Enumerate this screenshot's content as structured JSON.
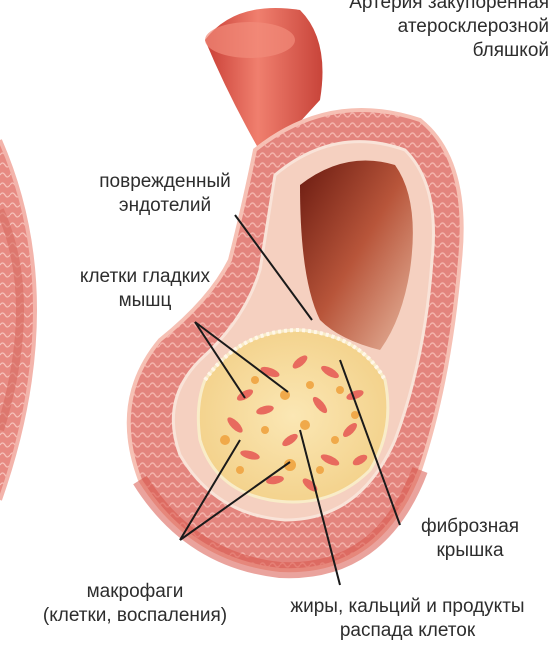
{
  "title": {
    "lines": [
      "Артерия закупоренная",
      "атеросклерозной",
      "бляшкой"
    ]
  },
  "labels": {
    "endothelium": [
      "поврежденный",
      "эндотелий"
    ],
    "smooth_muscle": [
      "клетки гладких",
      "мышц"
    ],
    "fibrous_cap": [
      "фиброзная",
      "крышка"
    ],
    "macrophages": [
      "макрофаги",
      "(клетки, воспаления)"
    ],
    "lipids": [
      "жиры, кальций и продукты",
      "распада клеток"
    ]
  },
  "colors": {
    "vessel_outer": "#e9584f",
    "vessel_wall": "#e88a86",
    "intima": "#f4c8b8",
    "lumen": "#8e2a1a",
    "plaque": "#f6dc9a",
    "smooth_muscle_cells": "#e86a5e",
    "macrophage_cells": "#f0a94a",
    "leader_lines": "#1a1a1a"
  }
}
